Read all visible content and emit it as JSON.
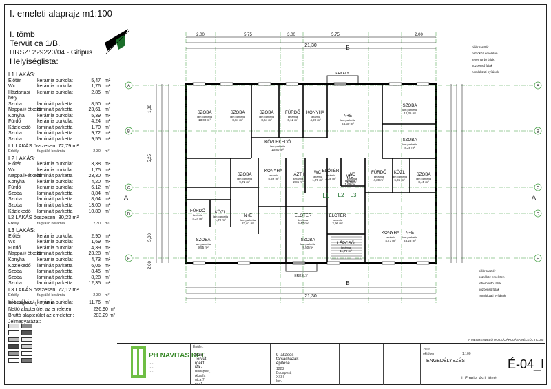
{
  "header": {
    "title": "I. emeleti alaprajz m1:100",
    "block": "I. tömb",
    "address": "Tervút ca 1/B.",
    "hrsz": "HRSZ: 229220/04 - Gitipus",
    "room_list_label": "Helyiséglista:"
  },
  "units": [
    {
      "name": "L1 LAKÁS:",
      "rooms": [
        [
          "Előtér",
          "kerámia burkolat",
          "5,47",
          "m²"
        ],
        [
          "Wc",
          "kerámia burkolat",
          "1,76",
          "m²"
        ],
        [
          "Háztartási hely",
          "kerámia burkolat",
          "2,85",
          "m²"
        ],
        [
          "Szoba",
          "laminált parketta",
          "8,50",
          "m²"
        ],
        [
          "Nappali+étkező",
          "laminált parketta",
          "23,61",
          "m²"
        ],
        [
          "Konyha",
          "kerámia burkolat",
          "5,39",
          "m²"
        ],
        [
          "Fürdő",
          "kerámia burkolat",
          "4,24",
          "m²"
        ],
        [
          "Közlekedő",
          "laminált parketta",
          "1,70",
          "m²"
        ],
        [
          "Szoba",
          "laminált parketta",
          "9,72",
          "m²"
        ],
        [
          "Szoba",
          "laminált parketta",
          "9,55",
          "m²"
        ]
      ],
      "total": "L1 LAKÁS összesen: 72,79 m²",
      "extra": [
        "Erkély",
        "fagyálló kerámia",
        "2,30",
        "m²"
      ]
    },
    {
      "name": "L2 LAKÁS:",
      "rooms": [
        [
          "Előtér",
          "kerámia burkolat",
          "3,38",
          "m²"
        ],
        [
          "Wc",
          "kerámia burkolat",
          "1,75",
          "m²"
        ],
        [
          "Nappali+étkező",
          "laminált parketta",
          "23,30",
          "m²"
        ],
        [
          "Konyha",
          "kerámia burkolat",
          "4,20",
          "m²"
        ],
        [
          "Fürdő",
          "kerámia burkolat",
          "6,12",
          "m²"
        ],
        [
          "Szoba",
          "laminált parketta",
          "8,84",
          "m²"
        ],
        [
          "Szoba",
          "laminált parketta",
          "8,64",
          "m²"
        ],
        [
          "Szoba",
          "laminált parketta",
          "13,00",
          "m²"
        ],
        [
          "Közlekedő",
          "laminált parketta",
          "10,80",
          "m²"
        ]
      ],
      "total": "L2 LAKÁS összesen: 80,23 m²",
      "extra": [
        "Erkély",
        "fagyálló kerámia",
        "2,30",
        "m²"
      ]
    },
    {
      "name": "L3 LAKÁS:",
      "rooms": [
        [
          "Előtér",
          "kerámia burkolat",
          "2,90",
          "m²"
        ],
        [
          "Wc",
          "kerámia burkolat",
          "1,69",
          "m²"
        ],
        [
          "Fürdő",
          "kerámia burkolat",
          "4,39",
          "m²"
        ],
        [
          "Nappali+étkező",
          "laminált parketta",
          "23,28",
          "m²"
        ],
        [
          "Konyha",
          "kerámia burkolat",
          "4,73",
          "m²"
        ],
        [
          "Közlekedő",
          "laminált parketta",
          "6,05",
          "m²"
        ],
        [
          "Szoba",
          "laminált parketta",
          "8,45",
          "m²"
        ],
        [
          "Szoba",
          "laminált parketta",
          "8,28",
          "m²"
        ],
        [
          "Szoba",
          "laminált parketta",
          "12,35",
          "m²"
        ]
      ],
      "total": "L3 LAKÁS összesen: 72,12 m²",
      "extra": [
        "Erkély",
        "fagyálló kerámia",
        "2,30",
        "m²"
      ]
    }
  ],
  "stair": [
    "Lépcsőház",
    "kerámia burkolat",
    "11,76",
    "m²"
  ],
  "summary": {
    "height": "Belmagasság: 2,50 m",
    "net": [
      "Nettó alapterület az emeleten:",
      "236,90",
      "m²"
    ],
    "gross": [
      "Bruttó alapterület az emeleten:",
      "283,29",
      "m²"
    ],
    "key_title": "Jelmagyarázat:"
  },
  "plan": {
    "top_dims": [
      "2,00",
      "5,75",
      "3,00",
      "5,75",
      "2,00"
    ],
    "total_dim": "21,30",
    "side_dims": [
      "1,80",
      "5,25",
      "5,00",
      "2,00"
    ],
    "axes_rows": [
      "A",
      "B",
      "C",
      "D",
      "E"
    ],
    "axis_side": "A",
    "axis_top": "B",
    "rooms": [
      {
        "name": "SZOBA",
        "floor": "lam parketta",
        "area": "13,00 m²"
      },
      {
        "name": "SZOBA",
        "floor": "lam parketta",
        "area": "8,84 m²"
      },
      {
        "name": "SZOBA",
        "floor": "lam parketta",
        "area": "8,64 m²"
      },
      {
        "name": "FÜRDŐ",
        "floor": "kerámia",
        "area": "6,12 m²"
      },
      {
        "name": "KONYHA",
        "floor": "kerámia",
        "area": "4,20 m²"
      },
      {
        "name": "N+É",
        "floor": "lam parketta",
        "area": "23,30 m²"
      },
      {
        "name": "SZOBA",
        "floor": "lam parketta",
        "area": "12,35 m²"
      },
      {
        "name": "SZOBA",
        "floor": "lam parketta",
        "area": "8,28 m²"
      },
      {
        "name": "KÖZLEKEDŐ",
        "floor": "lam parketta",
        "area": "10,80 m²"
      },
      {
        "name": "SZOBA",
        "floor": "lam parketta",
        "area": "9,72 m²"
      },
      {
        "name": "KONYHA",
        "floor": "kerámia",
        "area": "5,39 m²"
      },
      {
        "name": "HÁZT H",
        "floor": "kerámia",
        "area": "2,85 m²"
      },
      {
        "name": "WC",
        "floor": "kerámia",
        "area": "1,76 m²"
      },
      {
        "name": "ELŐTÉR",
        "floor": "kerámia",
        "area": "3,38 m²"
      },
      {
        "name": "WC",
        "floor": "kerámia",
        "area": "1,75 m²"
      },
      {
        "name": "FÜRDŐ",
        "floor": "kerámia",
        "area": "4,39 m²"
      },
      {
        "name": "KÖZL",
        "floor": "lam parketta",
        "area": "6,05 m²"
      },
      {
        "name": "SZOBA",
        "floor": "lam parketta",
        "area": "8,45 m²"
      },
      {
        "name": "FÜRDŐ",
        "floor": "kerámia",
        "area": "4,24 m²"
      },
      {
        "name": "KÖZL",
        "floor": "lam parketta",
        "area": "1,70 m²"
      },
      {
        "name": "N+É",
        "floor": "lam parketta",
        "area": "23,61 m²"
      },
      {
        "name": "ELŐTÉR",
        "floor": "kerámia",
        "area": "5,47 m²"
      },
      {
        "name": "ELŐTÉR",
        "floor": "kerámia",
        "area": "2,90 m²"
      },
      {
        "name": "WC",
        "floor": "kerámia",
        "area": "1,69 m²"
      },
      {
        "name": "SZOBA",
        "floor": "lam parketta",
        "area": "9,55 m²"
      },
      {
        "name": "SZOBA",
        "floor": "lam parketta",
        "area": "8,50 m²"
      },
      {
        "name": "LÉPCSŐ",
        "floor": "kerámia",
        "area": "11,76 m²"
      },
      {
        "name": "KONYHA",
        "floor": "kerámia",
        "area": "4,73 m²"
      },
      {
        "name": "N+É",
        "floor": "lam parketta",
        "area": "23,28 m²"
      }
    ],
    "unit_tags": [
      "L1",
      "L2",
      "L3"
    ],
    "erkely": "ERKÉLY",
    "right_notes": [
      "pillér rasztér",
      "osztóköz emeleten",
      "teherhordó falak",
      "közbenső falak",
      "homlokzati nyílások"
    ]
  },
  "titleblock": {
    "company": "PH NAVITAS KFT.",
    "project_label": "Épület:",
    "project": "Bbio - Tervút rgekt. Kft.",
    "project_addr": "1072 Budapest, Akácfa utca 7. ém 1",
    "work": "9 lakásos társasházak építése",
    "work_addr": "1223 Budapest, XXIII. ker.,",
    "design_stage": "ENGEDÉLYEZÉS",
    "date": "2016 október",
    "scale": "1:100",
    "sheet_no": "É-04_I",
    "sheet_title": "I. Emelet és I. tömb",
    "copyright": "A MEGRENDELŐ HOZZÁJÁRULÁSA NÉLKÜL TILOS!"
  }
}
